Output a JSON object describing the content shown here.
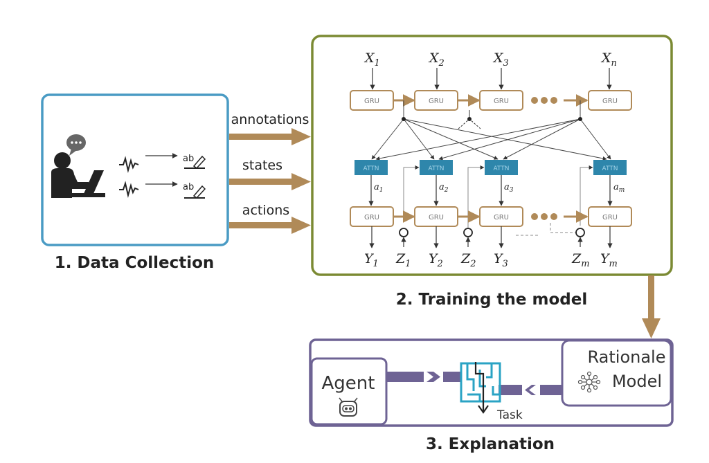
{
  "colors": {
    "blue": "#4a9bc4",
    "olive": "#7b8a33",
    "purple": "#6e6394",
    "tan": "#b08a58",
    "attn": "#2e86ab",
    "maze": "#2aa3c4",
    "dark": "#222222"
  },
  "data_collection": {
    "caption": "1. Data Collection",
    "icon_text": "ab"
  },
  "arrows": {
    "annotations": "annotations",
    "states": "states",
    "actions": "actions"
  },
  "training": {
    "caption": "2. Training the model",
    "gru_label": "GRU",
    "attn_label": "ATTN",
    "inputs": [
      "X",
      "X",
      "X",
      "X"
    ],
    "input_subs": [
      "1",
      "2",
      "3",
      "n"
    ],
    "attn_vars": [
      "a",
      "a",
      "a",
      "a"
    ],
    "attn_subs": [
      "1",
      "2",
      "3",
      "m"
    ],
    "outputs": [
      "Y",
      "Y",
      "Y",
      "Y"
    ],
    "output_subs": [
      "1",
      "2",
      "3",
      "m"
    ],
    "z_vars": [
      "Z",
      "Z",
      "Z"
    ],
    "z_subs": [
      "1",
      "2",
      "m"
    ]
  },
  "explanation": {
    "caption": "3. Explanation",
    "agent": "Agent",
    "rationale_line1": "Rationale",
    "rationale_line2": "Model",
    "task": "Task"
  }
}
